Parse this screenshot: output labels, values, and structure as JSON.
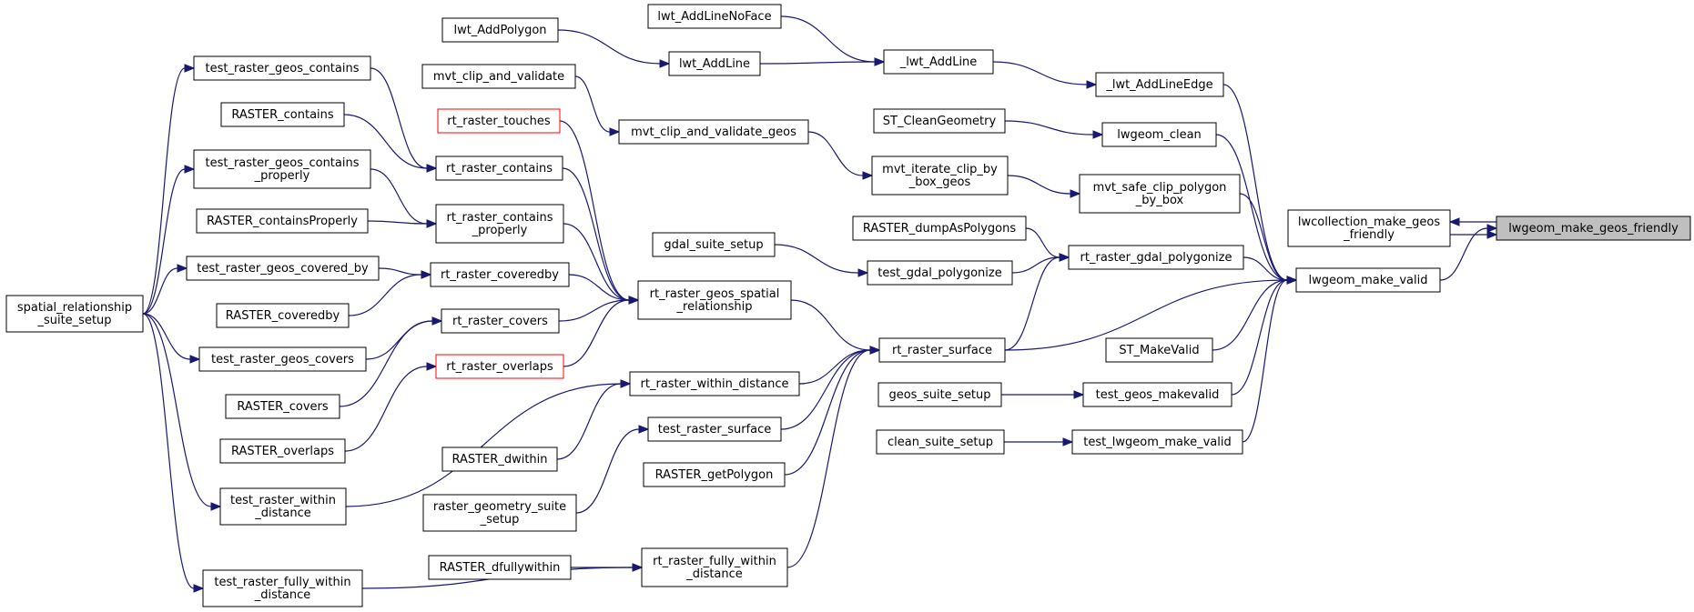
{
  "nodes": {
    "lwgeom_make_geos_friendly": "lwgeom_make_geos_friendly",
    "lwcollection_make_geos_friendly": [
      "lwcollection_make_geos",
      "_friendly"
    ],
    "lwgeom_make_valid": "lwgeom_make_valid",
    "_lwt_AddLineEdge": "_lwt_AddLineEdge",
    "lwgeom_clean": "lwgeom_clean",
    "mvt_safe_clip_polygon_by_box": [
      "mvt_safe_clip_polygon",
      "_by_box"
    ],
    "rt_raster_gdal_polygonize": "rt_raster_gdal_polygonize",
    "rt_raster_surface": "rt_raster_surface",
    "ST_MakeValid": "ST_MakeValid",
    "test_geos_makevalid": "test_geos_makevalid",
    "test_lwgeom_make_valid": "test_lwgeom_make_valid",
    "_lwt_AddLine": "_lwt_AddLine",
    "lwt_AddLineNoFace": "lwt_AddLineNoFace",
    "lwt_AddLine": "lwt_AddLine",
    "lwt_AddPolygon": "lwt_AddPolygon",
    "ST_CleanGeometry": "ST_CleanGeometry",
    "mvt_iterate_clip_by_box_geos": [
      "mvt_iterate_clip_by",
      "_box_geos"
    ],
    "mvt_clip_and_validate_geos": "mvt_clip_and_validate_geos",
    "mvt_clip_and_validate": "mvt_clip_and_validate",
    "RASTER_dumpAsPolygons": "RASTER_dumpAsPolygons",
    "test_gdal_polygonize": "test_gdal_polygonize",
    "gdal_suite_setup": "gdal_suite_setup",
    "rt_raster_geos_spatial_relationship": [
      "rt_raster_geos_spatial",
      "_relationship"
    ],
    "rt_raster_within_distance": "rt_raster_within_distance",
    "test_raster_surface": "test_raster_surface",
    "RASTER_getPolygon": "RASTER_getPolygon",
    "rt_raster_fully_within_distance": [
      "rt_raster_fully_within",
      "_distance"
    ],
    "geos_suite_setup": "geos_suite_setup",
    "clean_suite_setup": "clean_suite_setup",
    "rt_raster_touches": "rt_raster_touches",
    "rt_raster_contains": "rt_raster_contains",
    "rt_raster_contains_properly": [
      "rt_raster_contains",
      "_properly"
    ],
    "rt_raster_coveredby": "rt_raster_coveredby",
    "rt_raster_covers": "rt_raster_covers",
    "rt_raster_overlaps": "rt_raster_overlaps",
    "test_raster_geos_contains": "test_raster_geos_contains",
    "RASTER_contains": "RASTER_contains",
    "test_raster_geos_contains_properly": [
      "test_raster_geos_contains",
      "_properly"
    ],
    "RASTER_containsProperly": "RASTER_containsProperly",
    "test_raster_geos_covered_by": "test_raster_geos_covered_by",
    "RASTER_coveredby": "RASTER_coveredby",
    "test_raster_geos_covers": "test_raster_geos_covers",
    "RASTER_covers": "RASTER_covers",
    "RASTER_overlaps": "RASTER_overlaps",
    "RASTER_dwithin": "RASTER_dwithin",
    "raster_geometry_suite_setup": [
      "raster_geometry_suite",
      "_setup"
    ],
    "test_raster_within_distance": [
      "test_raster_within",
      "_distance"
    ],
    "RASTER_dfullywithin": "RASTER_dfullywithin",
    "test_raster_fully_within_distance": [
      "test_raster_fully_within",
      "_distance"
    ],
    "spatial_relationship_suite_setup": [
      "spatial_relationship",
      "_suite_setup"
    ]
  },
  "edges": [
    [
      "lwgeom_make_geos_friendly",
      "lwcollection_make_geos_friendly"
    ],
    [
      "lwcollection_make_geos_friendly",
      "lwgeom_make_geos_friendly"
    ],
    [
      "lwgeom_make_valid",
      "lwgeom_make_geos_friendly"
    ],
    [
      "_lwt_AddLineEdge",
      "lwgeom_make_valid"
    ],
    [
      "lwgeom_clean",
      "lwgeom_make_valid"
    ],
    [
      "mvt_safe_clip_polygon_by_box",
      "lwgeom_make_valid"
    ],
    [
      "rt_raster_gdal_polygonize",
      "lwgeom_make_valid"
    ],
    [
      "rt_raster_surface",
      "lwgeom_make_valid"
    ],
    [
      "ST_MakeValid",
      "lwgeom_make_valid"
    ],
    [
      "test_geos_makevalid",
      "lwgeom_make_valid"
    ],
    [
      "test_lwgeom_make_valid",
      "lwgeom_make_valid"
    ],
    [
      "_lwt_AddLine",
      "_lwt_AddLineEdge"
    ],
    [
      "lwt_AddLineNoFace",
      "_lwt_AddLine"
    ],
    [
      "lwt_AddLine",
      "_lwt_AddLine"
    ],
    [
      "lwt_AddPolygon",
      "lwt_AddLine"
    ],
    [
      "ST_CleanGeometry",
      "lwgeom_clean"
    ],
    [
      "mvt_iterate_clip_by_box_geos",
      "mvt_safe_clip_polygon_by_box"
    ],
    [
      "mvt_clip_and_validate_geos",
      "mvt_iterate_clip_by_box_geos"
    ],
    [
      "mvt_clip_and_validate",
      "mvt_clip_and_validate_geos"
    ],
    [
      "RASTER_dumpAsPolygons",
      "rt_raster_gdal_polygonize"
    ],
    [
      "test_gdal_polygonize",
      "rt_raster_gdal_polygonize"
    ],
    [
      "rt_raster_surface",
      "rt_raster_gdal_polygonize"
    ],
    [
      "gdal_suite_setup",
      "test_gdal_polygonize"
    ],
    [
      "rt_raster_geos_spatial_relationship",
      "rt_raster_surface"
    ],
    [
      "rt_raster_within_distance",
      "rt_raster_surface"
    ],
    [
      "test_raster_surface",
      "rt_raster_surface"
    ],
    [
      "RASTER_getPolygon",
      "rt_raster_surface"
    ],
    [
      "rt_raster_fully_within_distance",
      "rt_raster_surface"
    ],
    [
      "geos_suite_setup",
      "test_geos_makevalid"
    ],
    [
      "clean_suite_setup",
      "test_lwgeom_make_valid"
    ],
    [
      "rt_raster_touches",
      "rt_raster_geos_spatial_relationship"
    ],
    [
      "rt_raster_contains",
      "rt_raster_geos_spatial_relationship"
    ],
    [
      "rt_raster_contains_properly",
      "rt_raster_geos_spatial_relationship"
    ],
    [
      "rt_raster_coveredby",
      "rt_raster_geos_spatial_relationship"
    ],
    [
      "rt_raster_covers",
      "rt_raster_geos_spatial_relationship"
    ],
    [
      "rt_raster_overlaps",
      "rt_raster_geos_spatial_relationship"
    ],
    [
      "test_raster_geos_contains",
      "rt_raster_contains"
    ],
    [
      "RASTER_contains",
      "rt_raster_contains"
    ],
    [
      "test_raster_geos_contains_properly",
      "rt_raster_contains_properly"
    ],
    [
      "RASTER_containsProperly",
      "rt_raster_contains_properly"
    ],
    [
      "test_raster_geos_covered_by",
      "rt_raster_coveredby"
    ],
    [
      "RASTER_coveredby",
      "rt_raster_coveredby"
    ],
    [
      "test_raster_geos_covers",
      "rt_raster_covers"
    ],
    [
      "RASTER_covers",
      "rt_raster_covers"
    ],
    [
      "RASTER_overlaps",
      "rt_raster_overlaps"
    ],
    [
      "RASTER_dwithin",
      "rt_raster_within_distance"
    ],
    [
      "test_raster_within_distance",
      "rt_raster_within_distance"
    ],
    [
      "raster_geometry_suite_setup",
      "test_raster_surface"
    ],
    [
      "RASTER_dfullywithin",
      "rt_raster_fully_within_distance"
    ],
    [
      "test_raster_fully_within_distance",
      "rt_raster_fully_within_distance"
    ],
    [
      "spatial_relationship_suite_setup",
      "test_raster_geos_contains"
    ],
    [
      "spatial_relationship_suite_setup",
      "test_raster_geos_contains_properly"
    ],
    [
      "spatial_relationship_suite_setup",
      "test_raster_geos_covered_by"
    ],
    [
      "spatial_relationship_suite_setup",
      "test_raster_geos_covers"
    ],
    [
      "spatial_relationship_suite_setup",
      "test_raster_within_distance"
    ],
    [
      "spatial_relationship_suite_setup",
      "test_raster_fully_within_distance"
    ]
  ],
  "colors": {
    "edge": "#191970",
    "node_border": "#000000",
    "node_border_red": "#ff0000",
    "focus_fill": "#bfbfbf",
    "background": "#ffffff"
  }
}
